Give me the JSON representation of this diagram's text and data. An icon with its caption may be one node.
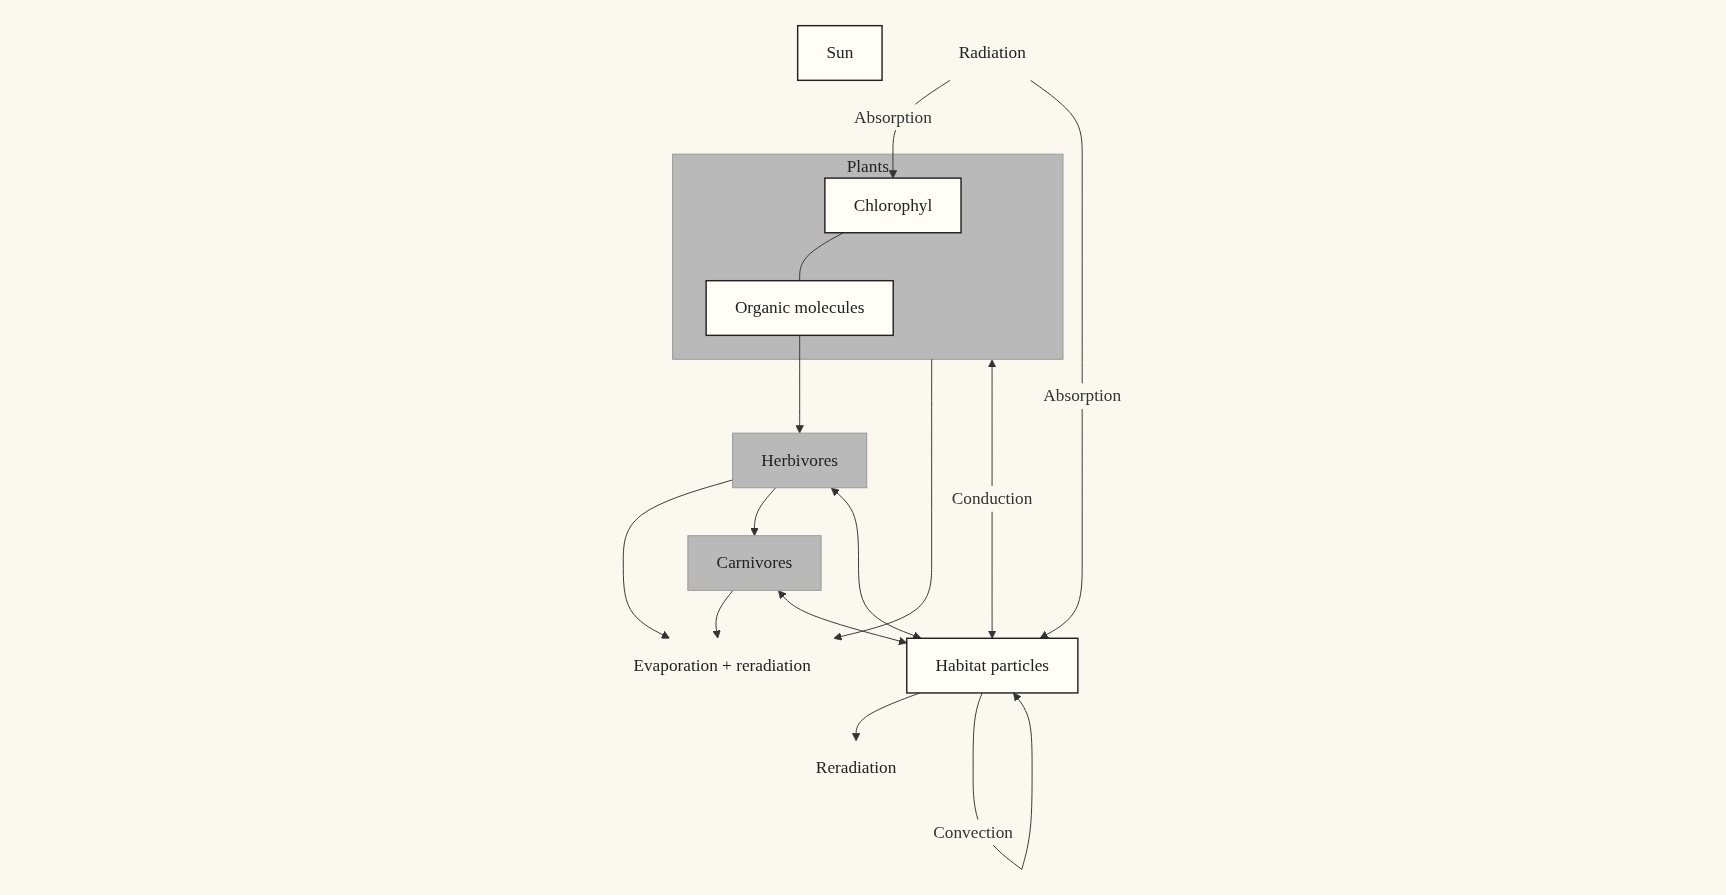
{
  "diagram": {
    "nodes": [
      {
        "text": [
          "Sun"
        ]
      },
      {
        "text": [
          "Radiation"
        ]
      },
      {
        "text": [
          "Evaporation + reradiation"
        ]
      },
      {
        "text": [
          "Reradiation"
        ]
      },
      {
        "text": [
          "Plants"
        ]
      },
      {
        "text": [
          "Chlorophyl"
        ],
        "in": 4
      },
      {
        "text": [
          "Organic molecules"
        ],
        "in": 4
      },
      {
        "text": [
          "Herbivores"
        ]
      },
      {
        "text": [
          "Carnivores"
        ]
      },
      {
        "text": [
          "Habitat particles"
        ]
      }
    ],
    "edges": [
      {
        "from": 1,
        "to": 5,
        "arrow": "to",
        "label": "Absorption"
      },
      {
        "from": 1,
        "to": 9,
        "arrow": "to",
        "label": "Absorption"
      },
      {
        "from": 4,
        "to": 2,
        "arrow": "to"
      },
      {
        "from": 7,
        "to": 2,
        "arrow": "to"
      },
      {
        "from": 8,
        "to": 2,
        "arrow": "to"
      },
      {
        "from": 9,
        "to": 3,
        "arrow": "to"
      },
      {
        "from": 5,
        "to": 6,
        "arrow": "none"
      },
      {
        "from": 6,
        "to": 7,
        "arrow": "to"
      },
      {
        "from": 7,
        "to": 8,
        "arrow": "to"
      },
      {
        "from": 4,
        "to": 9,
        "arrow": "both",
        "label": "Conduction"
      },
      {
        "from": 7,
        "to": 9,
        "arrow": "both"
      },
      {
        "from": 8,
        "to": 9,
        "arrow": "both"
      },
      {
        "from": 9,
        "to": 9,
        "arrow": "to",
        "label": "Convection"
      }
    ]
  }
}
